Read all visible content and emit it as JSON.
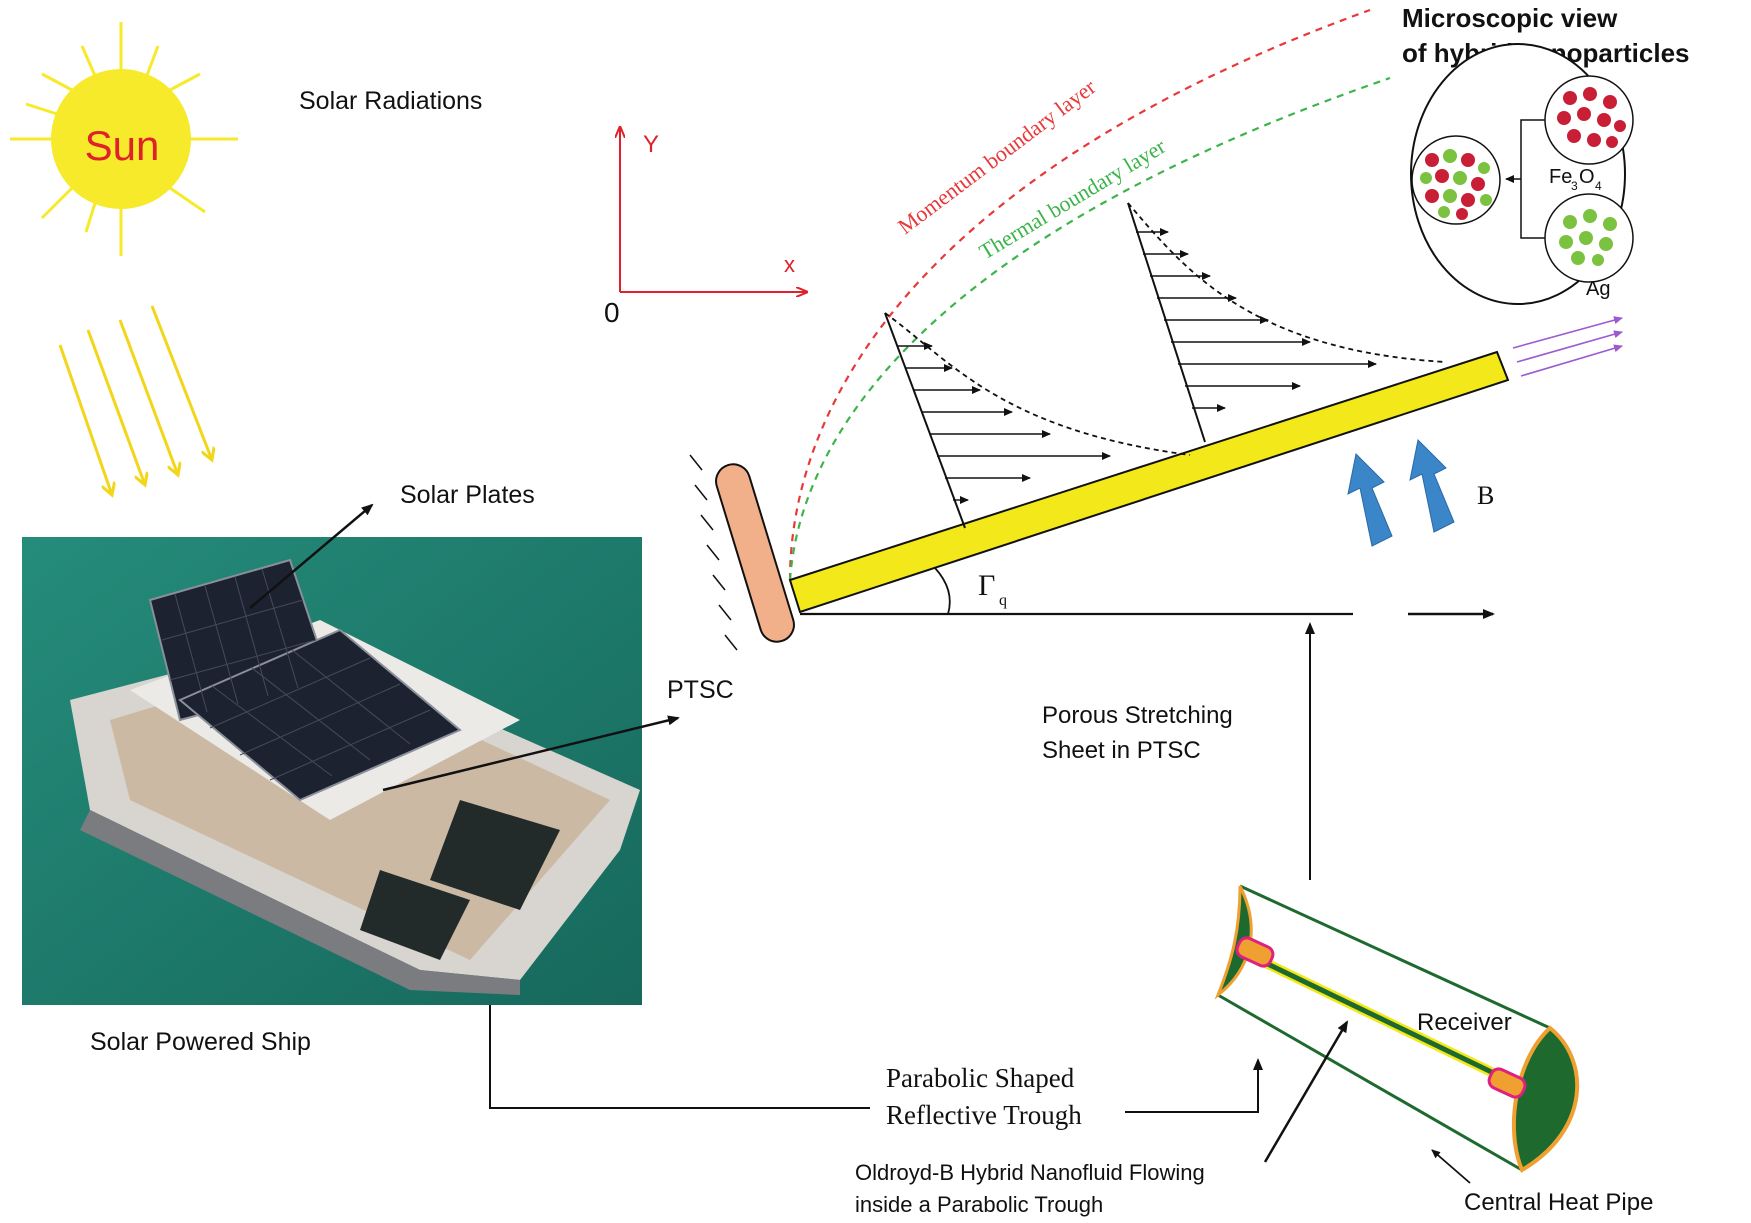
{
  "sun": {
    "label": "Sun"
  },
  "solar_radiations": "Solar Radiations",
  "solar_plates": "Solar Plates",
  "ptsc": "PTSC",
  "solar_powered_ship": "Solar Powered Ship",
  "axes": {
    "y": "Y",
    "x": "x",
    "origin": "0"
  },
  "momentum_layer": "Momentum boundary layer",
  "thermal_layer": "Thermal boundary layer",
  "microscopic": {
    "line1": "Microscopic view",
    "line2": "of hybrid nanoparticles",
    "fe_base": "Fe",
    "fe_sub1": "3",
    "fe_o": "O",
    "fe_sub2": "4",
    "ag": "Ag"
  },
  "magnetic_field": "B",
  "angle": {
    "symbol": "Γ",
    "sub": "q"
  },
  "porous": {
    "line1": "Porous Stretching",
    "line2": "Sheet in PTSC"
  },
  "trough": {
    "line1": "Parabolic Shaped",
    "line2": "Reflective Trough"
  },
  "receiver": "Receiver",
  "central_heat_pipe": "Central Heat Pipe",
  "nanofluid": {
    "line1": "Oldroyd-B  Hybrid Nanofluid Flowing",
    "line2": "inside  a Parabolic Trough"
  },
  "colors": {
    "sun": "#f6ea2a",
    "sun_text": "#e0202a",
    "momentum": "#e8383a",
    "thermal": "#3cb44a",
    "sheet": "#f2e81a",
    "wall": "#f2b08a",
    "b_arrow": "#3a86c8",
    "nano_red": "#c81e36",
    "nano_green": "#7cc241",
    "trough_green": "#1e6a2e",
    "trough_rim": "#f0a030",
    "sea": "#1f7a6a"
  }
}
